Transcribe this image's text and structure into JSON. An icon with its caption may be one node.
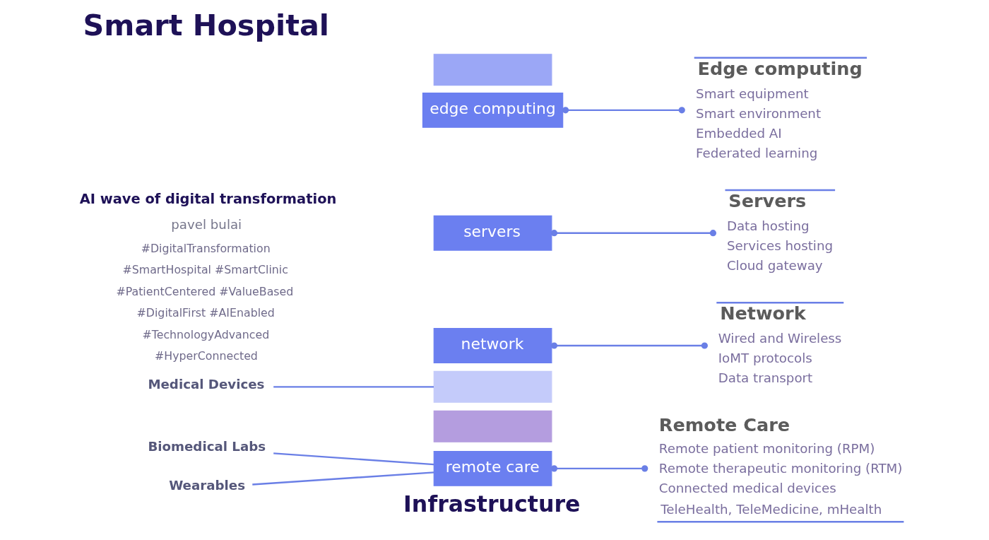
{
  "diagram": {
    "title": "Smart Hospital",
    "nodes": [
      {
        "text": [
          "Edge computing",
          "Smart equipment",
          "Smart environment",
          "Embedded AI",
          "Federated learning"
        ]
      },
      {
        "text": [
          "Servers",
          "Data hosting",
          "Services hosting",
          "Cloud gateway"
        ]
      },
      {
        "text": [
          "Network",
          "Wired and Wireless",
          "IoMT protocols",
          "Data transport"
        ]
      },
      {
        "text": [],
        "shape": "box"
      },
      {
        "text": [],
        "shape": "box"
      },
      {
        "text": [
          "edge computing"
        ]
      },
      {
        "text": [
          "network"
        ]
      },
      {
        "text": [
          "servers"
        ]
      },
      {
        "text": [
          "Medical Devices"
        ]
      },
      {
        "text": [
          "Biomedical Labs"
        ]
      },
      {
        "text": [
          "remote care"
        ]
      },
      {
        "text": [
          "Remote Care",
          "Remote patient monitoring (RPM)",
          "Remote therapeutic monitoring (RTM)",
          "Connected medical devices",
          "TeleHealth, TeleMedicine, mHealth"
        ]
      },
      {
        "text": [],
        "shape": "box"
      },
      {
        "text": [
          "Wearables"
        ]
      }
    ],
    "edges": [
      {
        "from": 8,
        "to": 4,
        "arrow": "none"
      },
      {
        "from": 5,
        "to": 0,
        "arrow": "other"
      },
      {
        "from": 7,
        "to": 1,
        "arrow": "other"
      },
      {
        "from": 6,
        "to": 2,
        "arrow": "other"
      },
      {
        "from": 9,
        "to": 10,
        "arrow": "none"
      },
      {
        "from": 13,
        "to": 10,
        "arrow": "none"
      },
      {
        "from": 10,
        "to": 11,
        "arrow": "other"
      }
    ],
    "labels": [
      "AI wave of digital transformation",
      "pavel bulai",
      "#DigitalTransformation",
      "#SmartHospital #SmartClinic",
      "#PatientCentered #ValueBased",
      "#DigitalFirst #AIEnabled",
      "#TechnologyAdvanced",
      "#HyperConnected",
      "Infrastructure"
    ]
  }
}
